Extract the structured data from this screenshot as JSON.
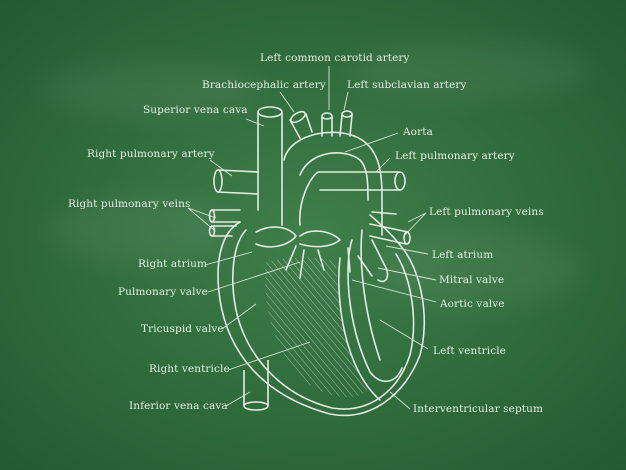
{
  "labels": {
    "left_common_carotid_artery": "Left common carotid artery",
    "brachiocephalic_artery": "Brachiocephalic artery",
    "left_subclavian_artery": "Left subclavian artery",
    "superior_vena_cava": "Superior vena cava",
    "aorta": "Aorta",
    "right_pulmonary_artery": "Right pulmonary artery",
    "left_pulmonary_artery": "Left pulmonary artery",
    "right_pulmonary_veins": "Right pulmonary veins",
    "left_pulmonary_veins": "Left pulmonary veins",
    "left_atrium": "Left atrium",
    "right_atrium": "Right atrium",
    "mitral_valve": "Mitral valve",
    "pulmonary_valve": "Pulmonary valve",
    "aortic_valve": "Aortic valve",
    "tricuspid_valve": "Tricuspid valve",
    "left_ventricle": "Left ventricle",
    "right_ventricle": "Right ventricle",
    "inferior_vena_cava": "Inferior vena cava",
    "interventricular_septum": "Interventricular septum"
  },
  "colors": {
    "board": "#2f6b3c",
    "chalk": "#e6f0e4"
  }
}
